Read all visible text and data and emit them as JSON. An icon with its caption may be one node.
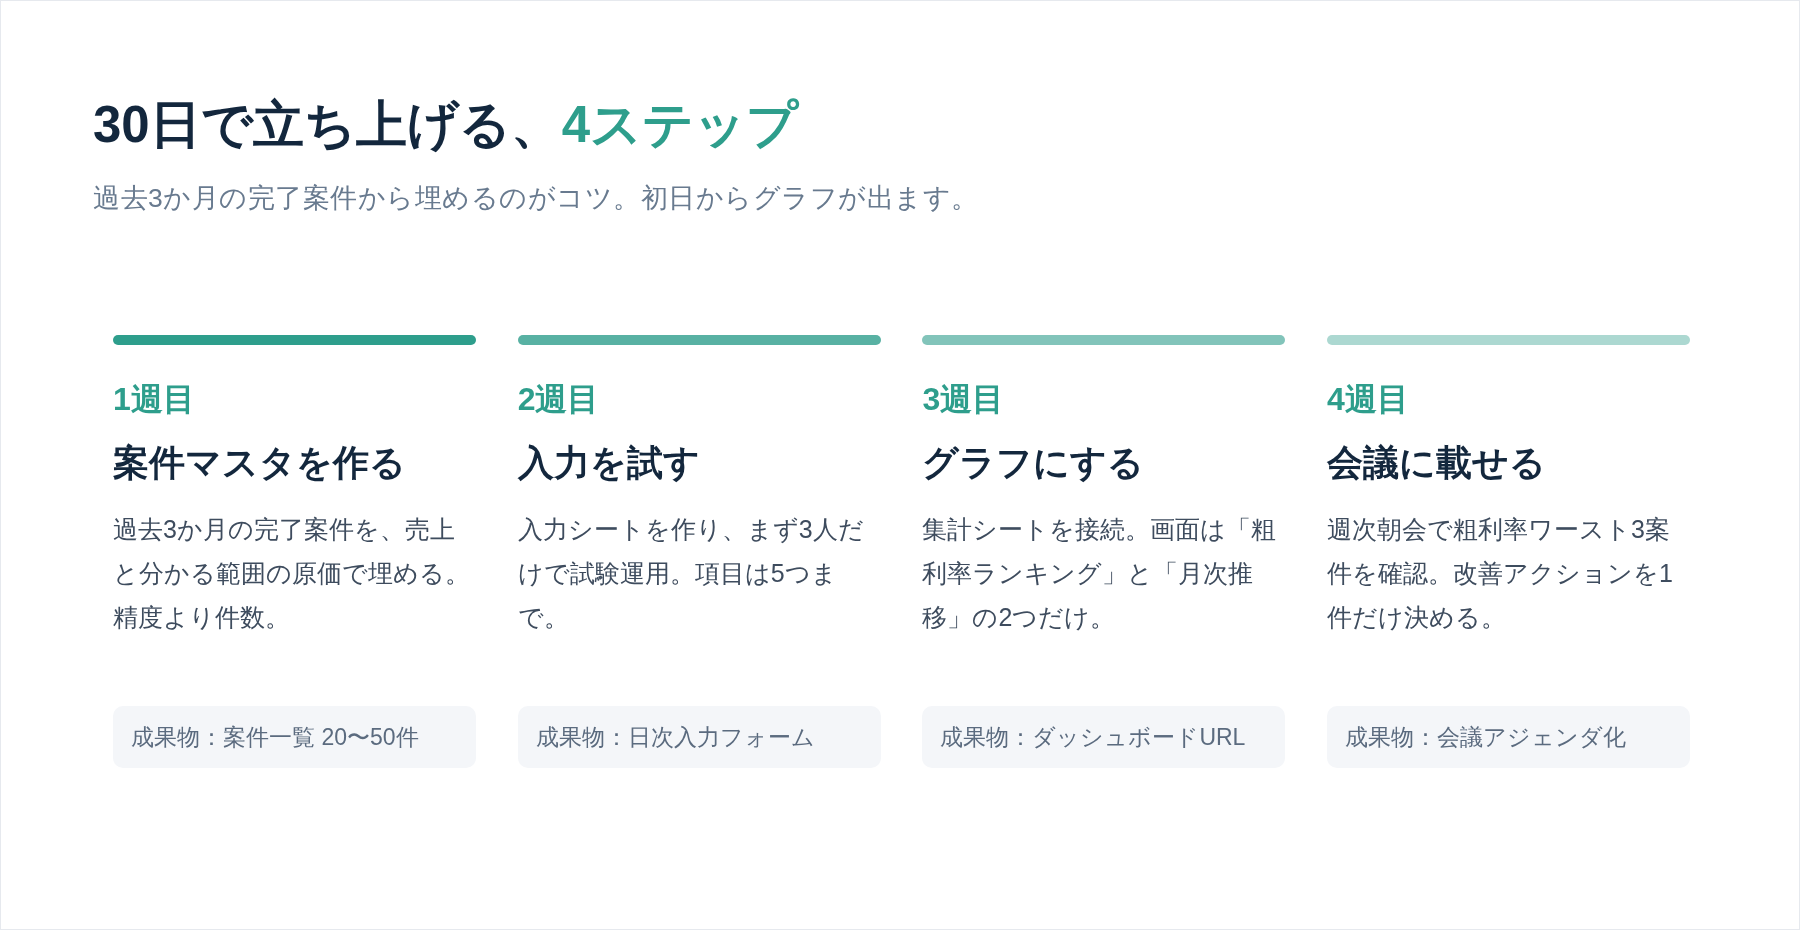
{
  "diagram": {
    "title": "30日で立ち上げる、**4ステップ**",
    "nodes": [
      {
        "text": [
          "成果物：案件一覧 20〜50件"
        ]
      },
      {
        "text": [
          "成果物：日次入力フォーム"
        ]
      },
      {
        "text": [
          "成果物：ダッシュボードURL"
        ]
      },
      {
        "text": [
          "成果物：会議アジェンダ化"
        ]
      }
    ],
    "labels": [
      "過去3か月の完了案件から埋めるのがコツ。初日からグラフが出ます。",
      "1週目",
      "案件マスタを作る",
      "過去3か月の完了案件を、売上と分かる範囲の原価で埋める。精度より件数。",
      "2週目",
      "入力を試す",
      "入力シートを作り、まず3人だけで試験運用。項目は5つまで。",
      "3週目",
      "グラフにする",
      "集計シートを接続。画面は「粗利率ランキング」と「月次推移」の2つだけ。",
      "4週目",
      "会議に載せる",
      "週次朝会で粗利率ワースト3案件を確認。改善アクションを1件だけ決める。"
    ]
  }
}
